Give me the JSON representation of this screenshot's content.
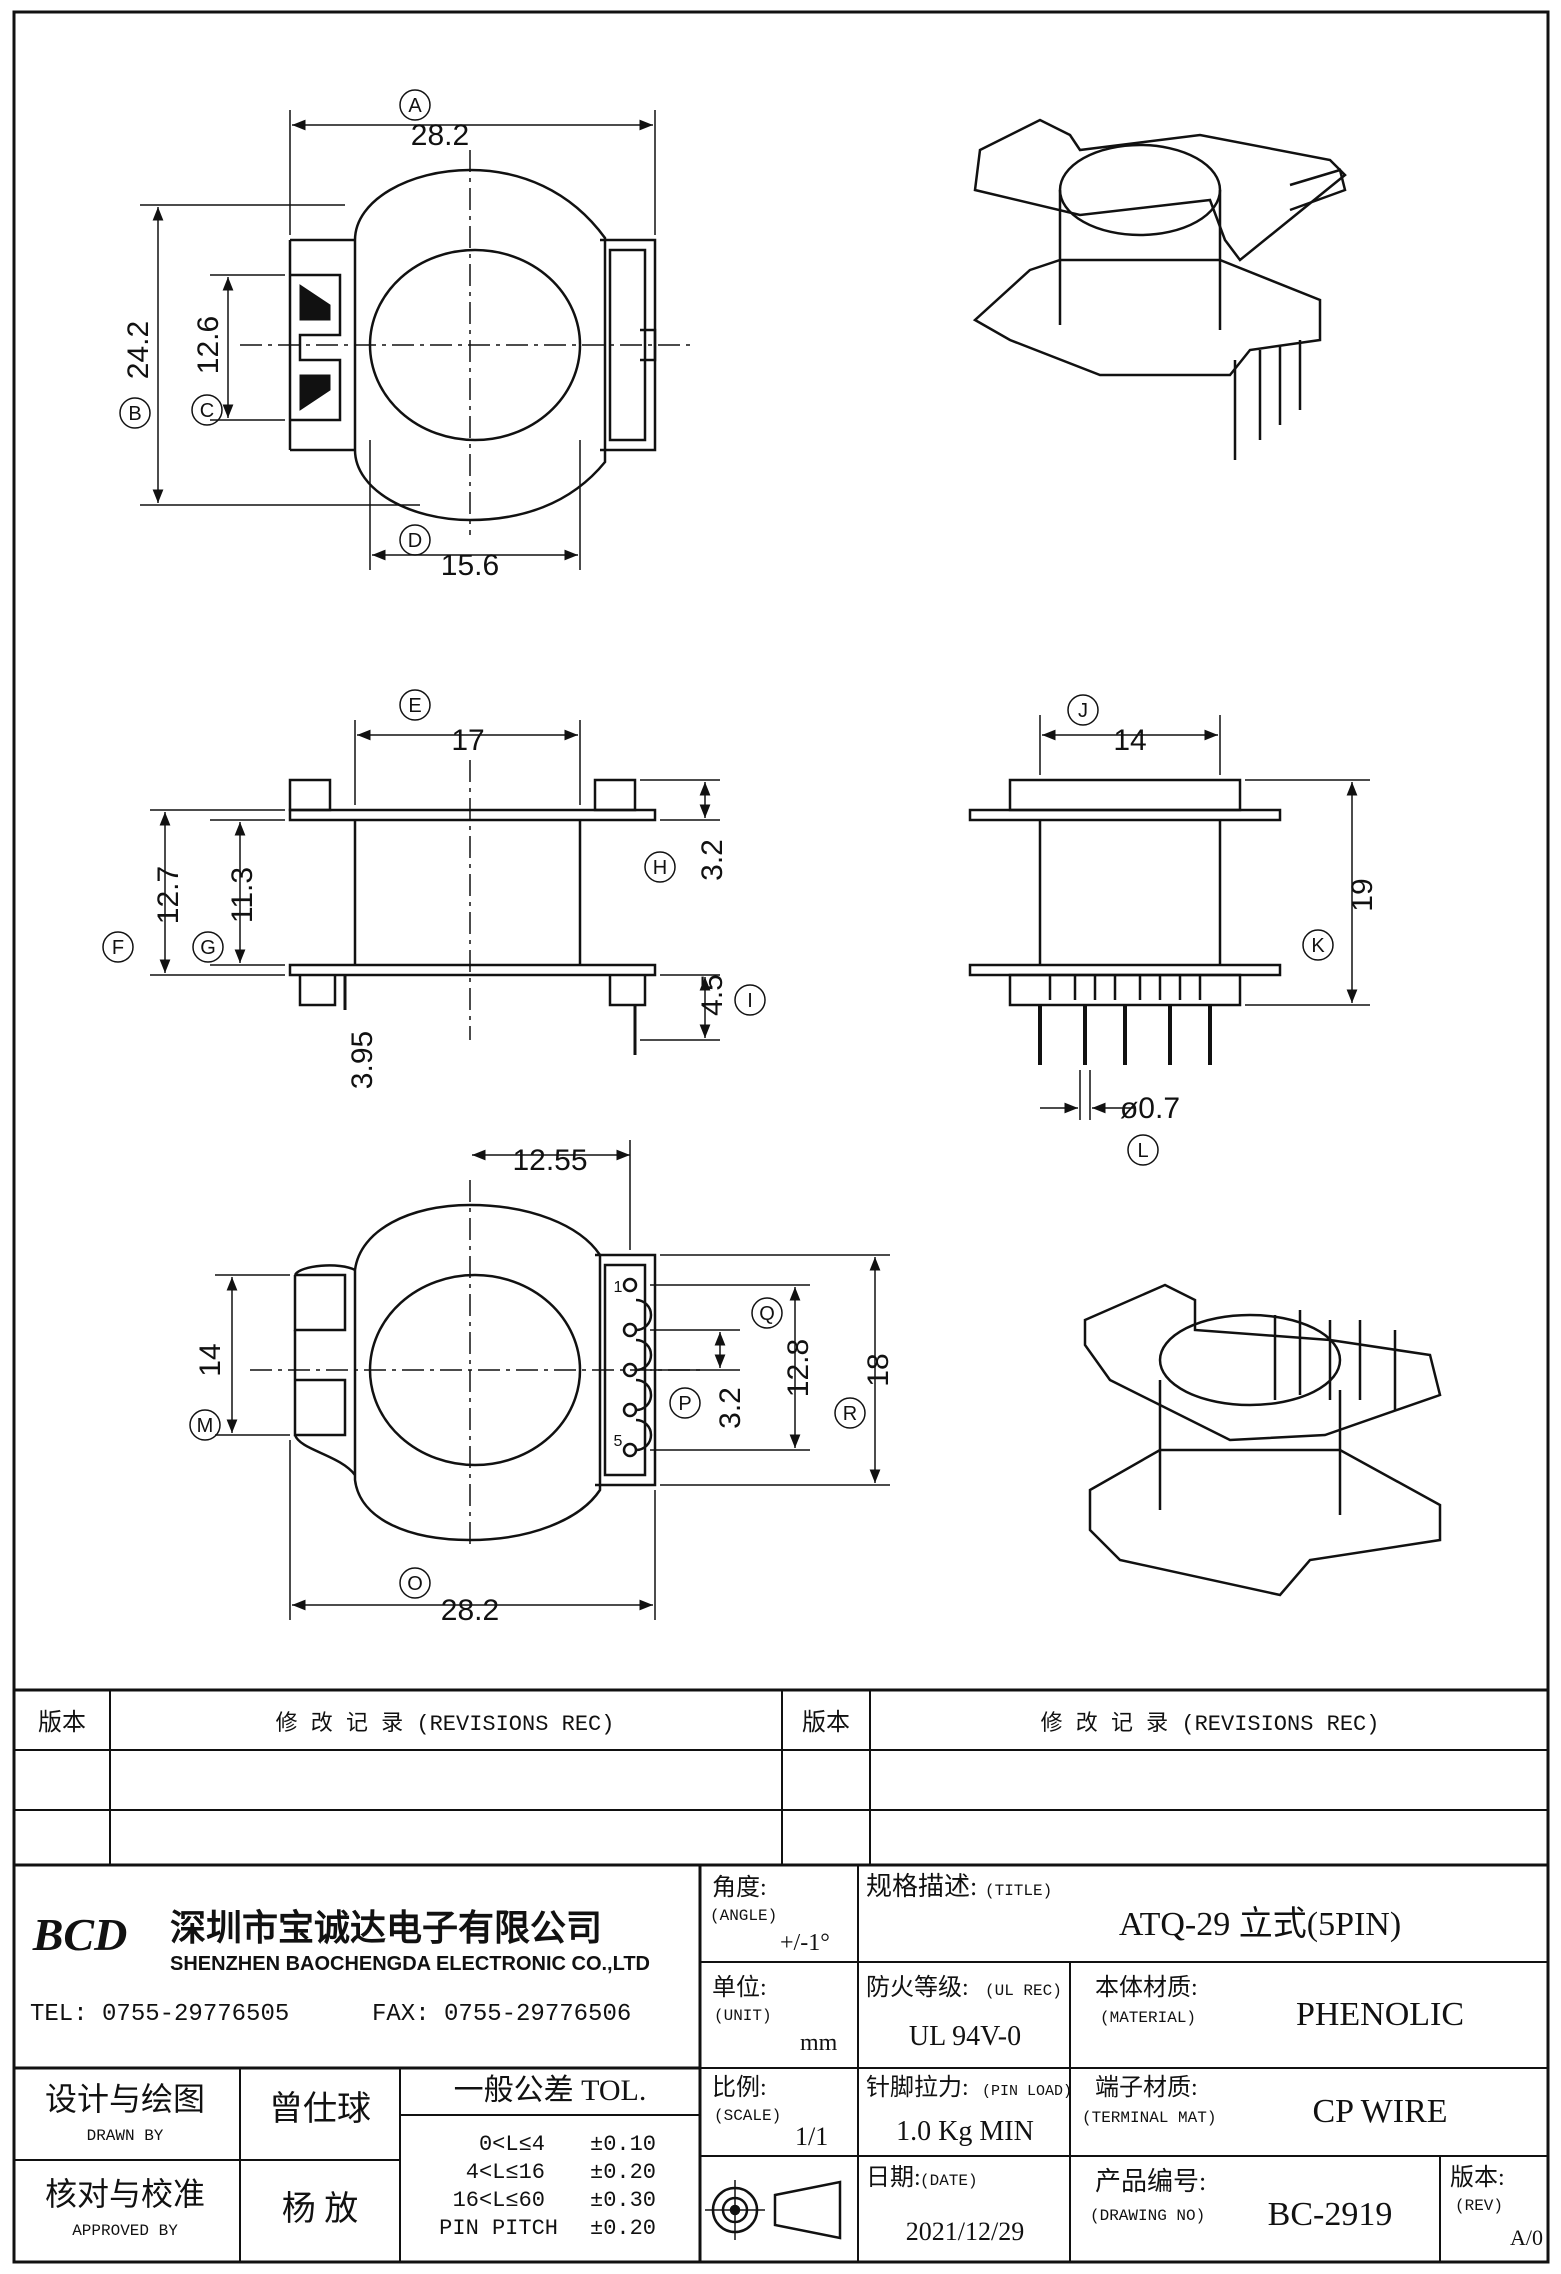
{
  "dimensions": {
    "top_width": "28.2",
    "top_height": "24.2",
    "top_window": "12.6",
    "top_bore": "15.6",
    "front_width": "17",
    "front_height": "12.7",
    "front_inner": "11.3",
    "front_flange": "3.2",
    "front_pin_len": "4.5",
    "front_pin_offset": "3.95",
    "side_width": "14",
    "side_height": "19",
    "side_pin_dia": "ø0.7",
    "bottom_offset": "12.55",
    "bottom_span": "14",
    "bottom_pitch": "3.2",
    "bottom_pins": "12.8",
    "bottom_height": "18",
    "bottom_width": "28.2"
  },
  "labels": {
    "A": "A",
    "B": "B",
    "C": "C",
    "D": "D",
    "E": "E",
    "F": "F",
    "G": "G",
    "H": "H",
    "I": "I",
    "J": "J",
    "K": "K",
    "L": "L",
    "M": "M",
    "P": "P",
    "Q": "Q",
    "R": "R",
    "O": "O",
    "pin1": "1",
    "pin5": "5"
  },
  "revisions": {
    "rev_label": "版本",
    "rec_title": "修 改 记 录 (REVISIONS REC)"
  },
  "company": {
    "logo": "BCD",
    "name_cn": "深圳市宝诚达电子有限公司",
    "name_en": "SHENZHEN BAOCHENGDA ELECTRONIC CO.,LTD",
    "tel": "TEL: 0755-29776505",
    "fax": "FAX: 0755-29776506"
  },
  "title_block": {
    "angle_label": "角度:",
    "angle_en": "(ANGLE)",
    "angle_value": "+/-1°",
    "title_label": "规格描述:",
    "title_en": "(TITLE)",
    "title_value": "ATQ-29 立式(5PIN)",
    "unit_label": "单位:",
    "unit_en": "(UNIT)",
    "unit_value": "mm",
    "ul_label": "防火等级:",
    "ul_en": "(UL REC)",
    "ul_value": "UL 94V-0",
    "material_label": "本体材质:",
    "material_en": "(MATERIAL)",
    "material_value": "PHENOLIC",
    "scale_label": "比例:",
    "scale_en": "(SCALE)",
    "scale_value": "1/1",
    "pinload_label": "针脚拉力:",
    "pinload_en": "(PIN LOAD)",
    "pinload_value": "1.0 Kg MIN",
    "terminal_label": "端子材质:",
    "terminal_en": "(TERMINAL MAT)",
    "terminal_value": "CP WIRE",
    "date_label": "日期:",
    "date_en": "(DATE)",
    "date_value": "2021/12/29",
    "drawing_label": "产品编号:",
    "drawing_en": "(DRAWING NO)",
    "drawing_value": "BC-2919",
    "rev_label": "版本:",
    "rev_en": "(REV)",
    "rev_value": "A/0",
    "drawn_label": "设计与绘图",
    "drawn_en": "DRAWN BY",
    "drawn_name": "曾仕球",
    "approved_label": "核对与校准",
    "approved_en": "APPROVED BY",
    "approved_name": "杨 放",
    "tol_title": "一般公差 TOL.",
    "tol_rows": [
      {
        "range": "0<L≤4",
        "tol": "±0.10"
      },
      {
        "range": "4<L≤16",
        "tol": "±0.20"
      },
      {
        "range": "16<L≤60",
        "tol": "±0.30"
      },
      {
        "range": "PIN PITCH",
        "tol": "±0.20"
      }
    ]
  }
}
